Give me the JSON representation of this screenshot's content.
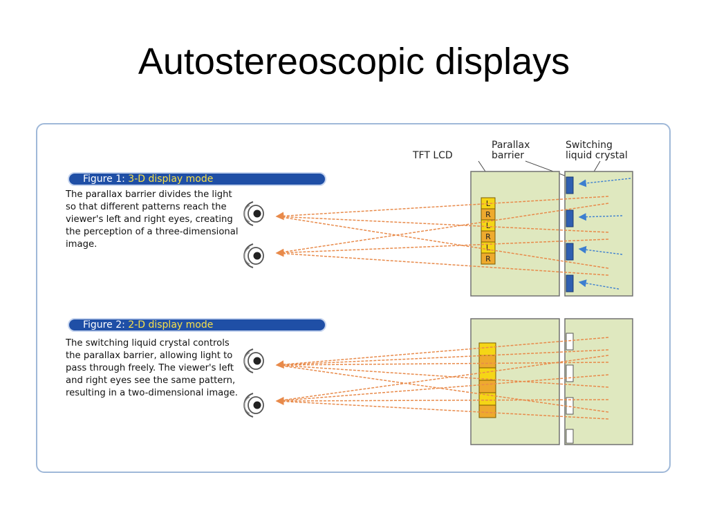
{
  "slide": {
    "title": "Autostereoscopic displays"
  },
  "labels": {
    "tft_lcd": "TFT LCD",
    "parallax_barrier": [
      "Parallax",
      "barrier"
    ],
    "switching_lc": [
      "Switching",
      "liquid crystal"
    ]
  },
  "figure1": {
    "label": "Figure 1:",
    "mode": "3-D display mode",
    "description": "The parallax barrier divides the light so that different patterns reach the viewer's left and right eyes, creating the perception of a three-dimensional image.",
    "pixels": [
      "L",
      "R",
      "L",
      "R",
      "L",
      "R"
    ]
  },
  "figure2": {
    "label": "Figure 2:",
    "mode": "2-D display mode",
    "description": "The switching liquid crystal controls the parallax barrier, allowing light to pass through freely. The viewer's left and right eyes see the same pattern, resulting in a two-dimensional image."
  },
  "colors": {
    "panel_bg": "#dfe8bf",
    "barrier_blue": "#2f5fb0",
    "pixel_yellow": "#f5d616",
    "pixel_orange": "#eeaa2e",
    "ray_orange": "#e88a4a",
    "arrow_blue": "#3d7fd0",
    "header_blue": "#1f4fa6"
  }
}
